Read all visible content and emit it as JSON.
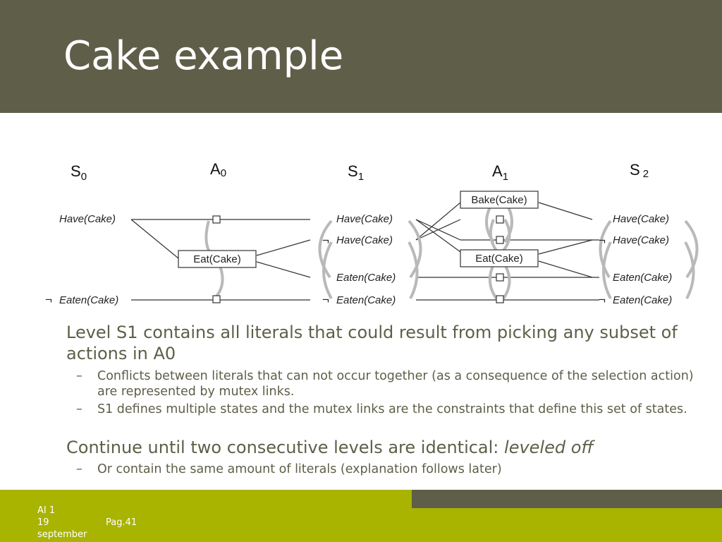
{
  "slide": {
    "title": "Cake example"
  },
  "diagram": {
    "levels": {
      "s0": {
        "main": "S",
        "sub": "0"
      },
      "a0": {
        "main": "A",
        "sub": "0"
      },
      "s1": {
        "main": "S",
        "sub": "1"
      },
      "a1": {
        "main": "A",
        "sub": "1"
      },
      "s2": {
        "main": "S",
        "sub": "2"
      }
    },
    "negation_symbol": "¬",
    "literals": {
      "have_cake": "Have(Cake)",
      "eaten_cake": "Eaten(Cake)"
    },
    "actions": {
      "eat_cake": "Eat(Cake)",
      "bake_cake": "Bake(Cake)"
    }
  },
  "bullets": {
    "b1": "Level S1 contains all literals that could result from picking any subset of actions in A0",
    "b1_sub1": "Conflicts between literals that can not occur together (as a consequence of the selection action) are represented by mutex links.",
    "b1_sub2": "S1 defines multiple states and the mutex links are the constraints that define this set of states.",
    "b2_text": "Continue until two consecutive levels are identical: ",
    "b2_emph": "leveled off",
    "b2_sub1": "Or contain the same amount of literals (explanation follows later)",
    "dash": "–"
  },
  "footer": {
    "course": "AI 1",
    "day": "19",
    "month": "september",
    "page_label": "Pag.",
    "page_number": "41"
  },
  "colors": {
    "header_bg": "#5f5e48",
    "footer_bg": "#a8b400",
    "text": "#5f5e48"
  }
}
